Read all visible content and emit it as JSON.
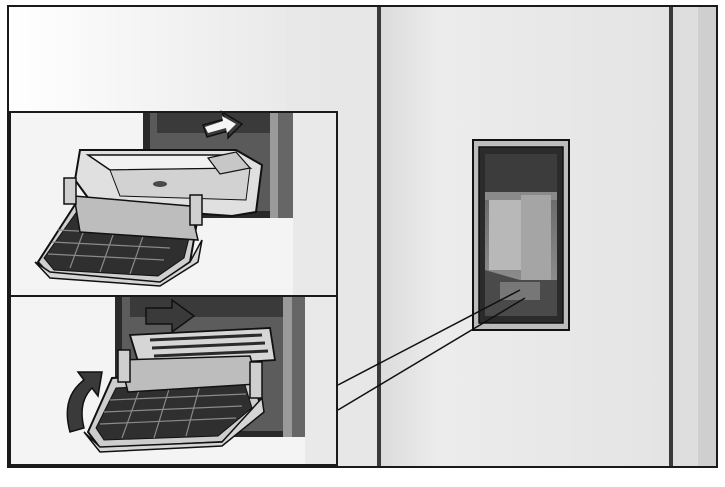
{
  "figure": {
    "description_visible_text": "",
    "panels": [
      {
        "id": "top-panel",
        "arrow": "push-in"
      },
      {
        "id": "bottom-panel",
        "arrow": "push-in-and-lift"
      }
    ],
    "colors": {
      "frame": "#1a1a1a",
      "door": "#e6e6e6",
      "door_shadow": "#cfcfcf",
      "tray": "#d9d9d9",
      "dark": "#2a2a2a",
      "mid_dark": "#6b6b6b",
      "outline": "#111111"
    },
    "icons": [
      "arrow-right-icon",
      "arrow-curved-up-icon"
    ]
  }
}
